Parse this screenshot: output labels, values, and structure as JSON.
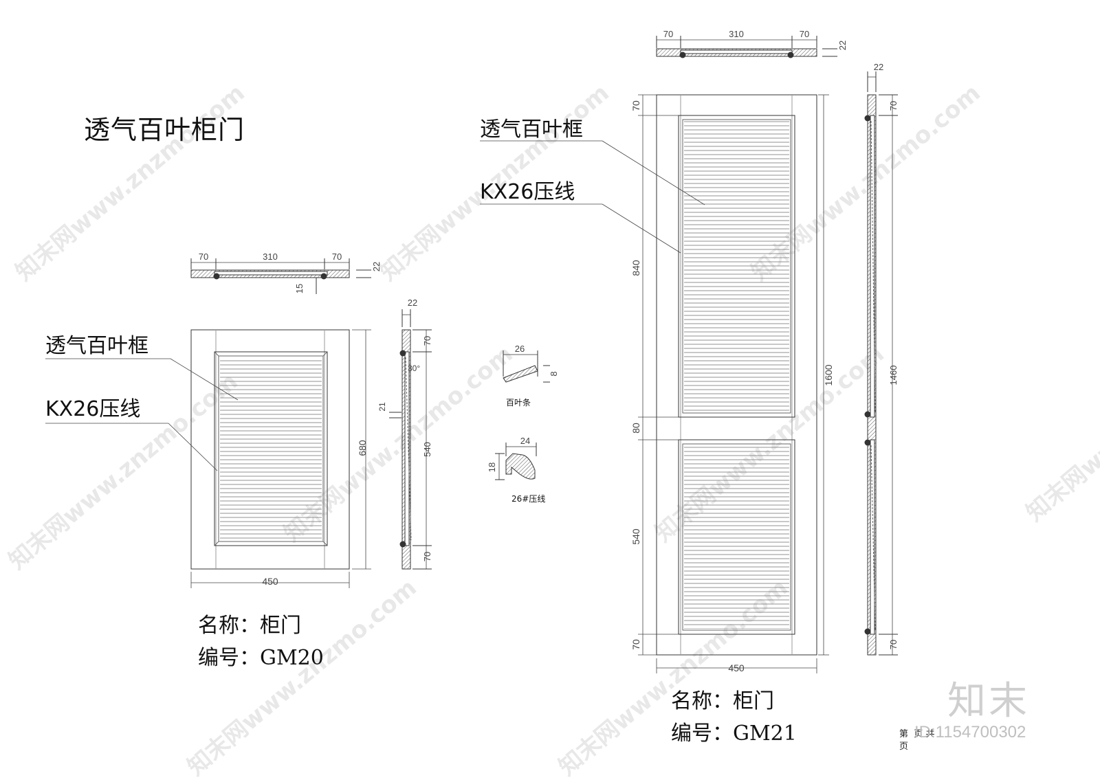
{
  "sheet": {
    "title": "透气百叶柜门",
    "watermark_text": "知末网www.znzmo.com",
    "logo_text": "知末",
    "id_text": "ID:1154700302",
    "page_line1": "第",
    "page_mid": "页",
    "page_line1_b": "共",
    "page_line2": "页"
  },
  "left_door": {
    "callout_frame": "透气百叶框",
    "callout_trim": "KX26压线",
    "name_line": "名称：柜门",
    "code_line": "编号：GM20",
    "dims": {
      "top_w1": "70",
      "top_w2": "310",
      "top_w3": "70",
      "top_t": "22",
      "top_inset": "15",
      "width": "450",
      "height": "680",
      "side_t": "22",
      "side_top": "70",
      "side_mid": "540",
      "side_bot": "70",
      "slat_gap": "21",
      "slat_angle": "30°"
    }
  },
  "details": {
    "slat_w": "26",
    "slat_t": "8",
    "slat_label": "百叶条",
    "trim_w": "24",
    "trim_h": "18",
    "trim_label": "26#压线"
  },
  "right_door": {
    "callout_frame": "透气百叶框",
    "callout_trim": "KX26压线",
    "name_line": "名称：柜门",
    "code_line": "编号：GM21",
    "dims": {
      "top_w1": "70",
      "top_w2": "310",
      "top_w3": "70",
      "top_t": "22",
      "width": "450",
      "height": "1600",
      "v_top": "70",
      "v_panel1": "840",
      "v_mid": "80",
      "v_panel2": "540",
      "v_bot": "70",
      "side_t": "22",
      "side_top": "70",
      "side_mid": "1460",
      "side_bot": "70"
    }
  }
}
